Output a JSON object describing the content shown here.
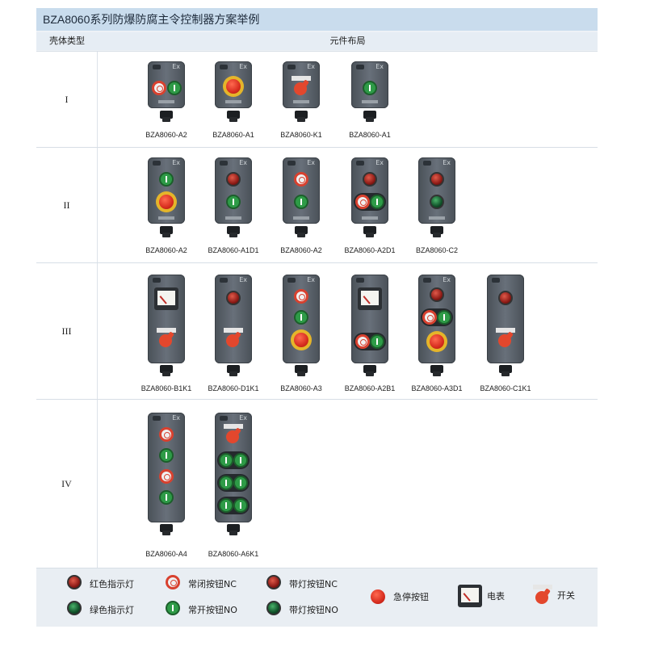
{
  "title": "BZA8060系列防爆防腐主令控制器方案举例",
  "header": {
    "col_type": "壳体类型",
    "col_layout": "元件布局"
  },
  "rows": [
    {
      "label": "I",
      "items": [
        "BZA8060-A2",
        "BZA8060-A1",
        "BZA8060-K1",
        "BZA8060-A1"
      ]
    },
    {
      "label": "II",
      "items": [
        "BZA8060-A2",
        "BZA8060-A1D1",
        "BZA8060-A2",
        "BZA8060-A2D1",
        "BZA8060-C2"
      ]
    },
    {
      "label": "III",
      "items": [
        "BZA8060-B1K1",
        "BZA8060-D1K1",
        "BZA8060-A3",
        "BZA8060-A2B1",
        "BZA8060-A3D1",
        "BZA8060-C1K1"
      ]
    },
    {
      "label": "IV",
      "items": [
        "BZA8060-A4",
        "BZA8060-A6K1"
      ]
    }
  ],
  "legend": {
    "red_lamp": "红色指示灯",
    "green_lamp": "绿色指示灯",
    "nc_button": "常闭按钮NC",
    "no_button": "常开按钮NO",
    "lit_nc_button": "带灯按钮NC",
    "lit_no_button": "带灯按钮NO",
    "estop": "急停按钮",
    "meter": "电表",
    "switch": "开关"
  },
  "box_label": "Ex",
  "colors": {
    "title_bar": "#c9dced",
    "housing": "#5a626b",
    "red": "#d8412f",
    "green": "#2e9b47",
    "estop_ring": "#e5b52a"
  }
}
